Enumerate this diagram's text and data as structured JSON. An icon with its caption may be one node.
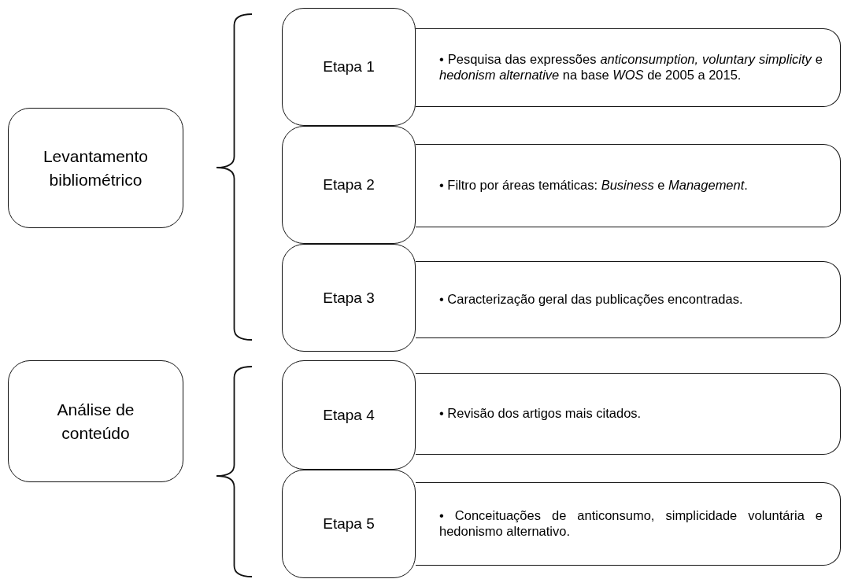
{
  "diagram": {
    "nodes": [
      {
        "text": [
          "Levantamento bibliométrico"
        ]
      },
      {
        "text": [
          "Etapa 1"
        ]
      },
      {
        "text": [
          "• Pesquisa das expressões *anticonsumption, voluntary simplicity* e *hedonism alternative* na base *WOS* de 2005 a 2015."
        ]
      },
      {
        "text": [
          "Etapa 2"
        ]
      },
      {
        "text": [
          "• Filtro por áreas temáticas: *Business* e *Management*."
        ]
      },
      {
        "text": [
          "Etapa 3"
        ]
      },
      {
        "text": [
          "• Caracterização geral das publicações encontradas."
        ]
      },
      {
        "text": [
          "Análise de conteúdo"
        ]
      },
      {
        "text": [
          "Etapa 4"
        ]
      },
      {
        "text": [
          "• Revisão dos artigos mais citados."
        ]
      },
      {
        "text": [
          "Etapa 5"
        ]
      },
      {
        "text": [
          "• Conceituações de anticonsumo, simplicidade voluntária e hedonismo alternativo."
        ]
      }
    ]
  }
}
